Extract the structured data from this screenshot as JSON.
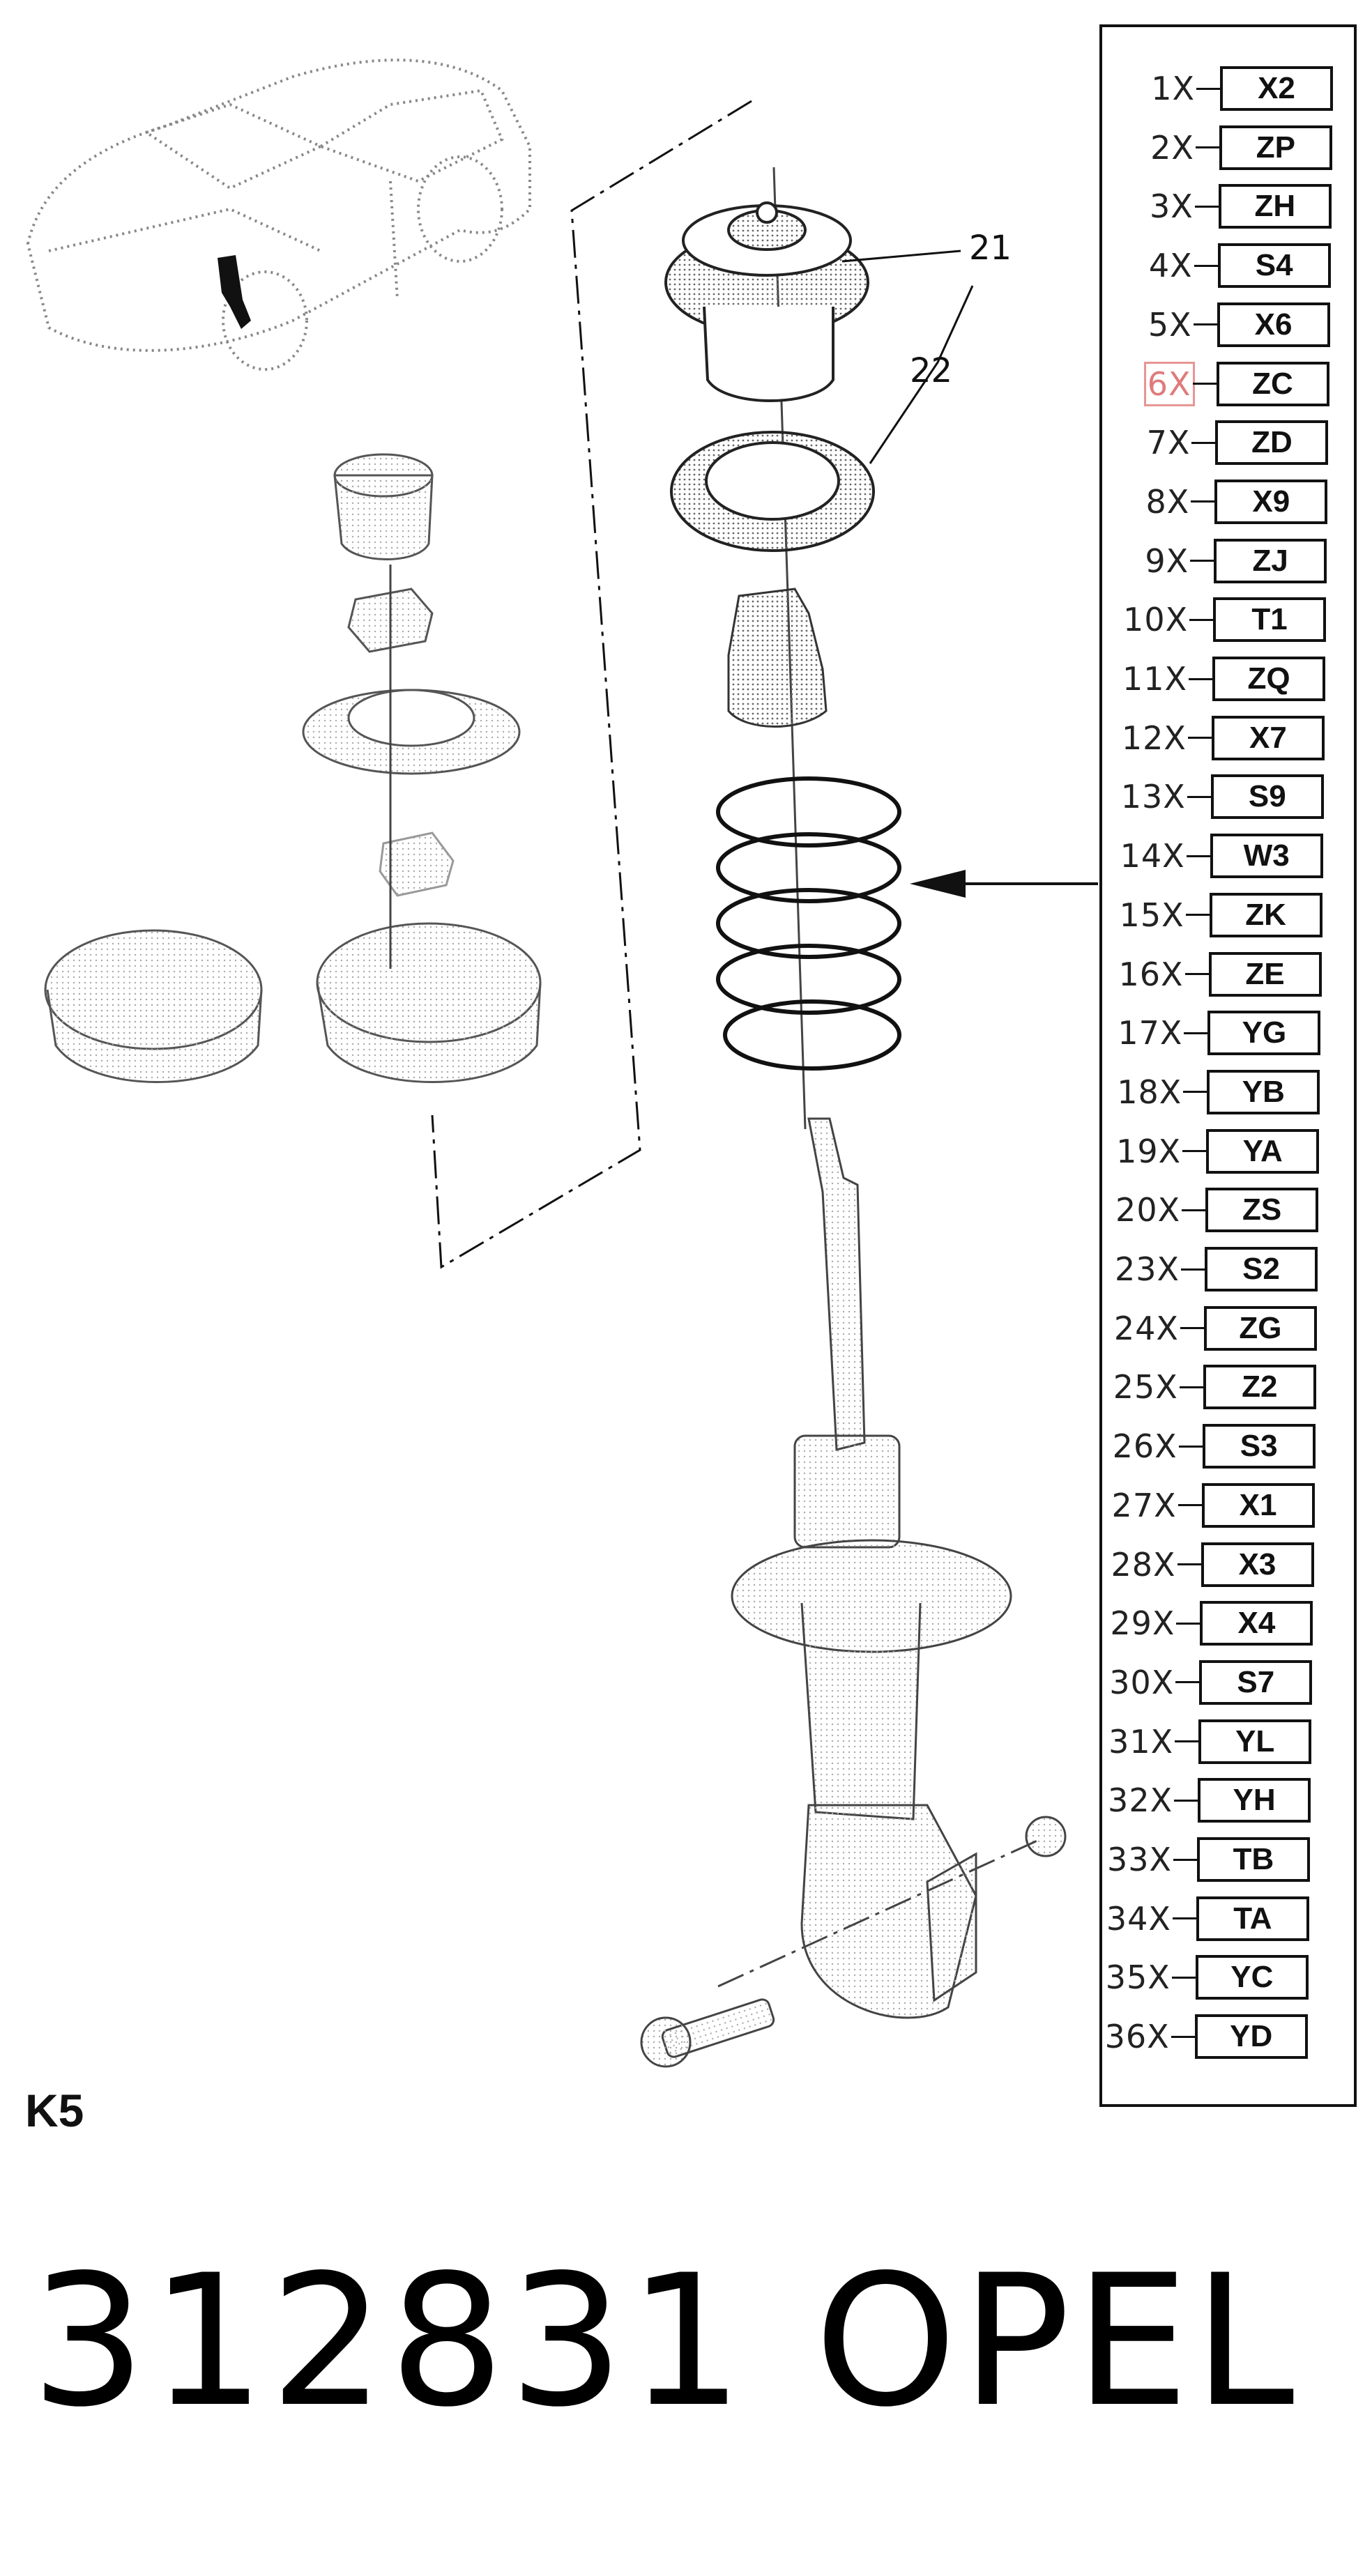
{
  "callouts": {
    "top_mount": "21",
    "bearing": "22"
  },
  "legend": {
    "items": [
      {
        "qty": "1X",
        "code": "X2"
      },
      {
        "qty": "2X",
        "code": "ZP"
      },
      {
        "qty": "3X",
        "code": "ZH"
      },
      {
        "qty": "4X",
        "code": "S4"
      },
      {
        "qty": "5X",
        "code": "X6"
      },
      {
        "qty": "6X",
        "code": "ZC",
        "highlighted": true
      },
      {
        "qty": "7X",
        "code": "ZD"
      },
      {
        "qty": "8X",
        "code": "X9"
      },
      {
        "qty": "9X",
        "code": "ZJ"
      },
      {
        "qty": "10X",
        "code": "T1"
      },
      {
        "qty": "11X",
        "code": "ZQ"
      },
      {
        "qty": "12X",
        "code": "X7"
      },
      {
        "qty": "13X",
        "code": "S9"
      },
      {
        "qty": "14X",
        "code": "W3"
      },
      {
        "qty": "15X",
        "code": "ZK"
      },
      {
        "qty": "16X",
        "code": "ZE"
      },
      {
        "qty": "17X",
        "code": "YG"
      },
      {
        "qty": "18X",
        "code": "YB"
      },
      {
        "qty": "19X",
        "code": "YA"
      },
      {
        "qty": "20X",
        "code": "ZS"
      },
      {
        "qty": "23X",
        "code": "S2"
      },
      {
        "qty": "24X",
        "code": "ZG"
      },
      {
        "qty": "25X",
        "code": "Z2"
      },
      {
        "qty": "26X",
        "code": "S3"
      },
      {
        "qty": "27X",
        "code": "X1"
      },
      {
        "qty": "28X",
        "code": "X3"
      },
      {
        "qty": "29X",
        "code": "X4"
      },
      {
        "qty": "30X",
        "code": "S7"
      },
      {
        "qty": "31X",
        "code": "YL"
      },
      {
        "qty": "32X",
        "code": "YH"
      },
      {
        "qty": "33X",
        "code": "TB"
      },
      {
        "qty": "34X",
        "code": "TA"
      },
      {
        "qty": "35X",
        "code": "YC"
      },
      {
        "qty": "36X",
        "code": "YD"
      }
    ]
  },
  "diagram_code": "K5",
  "part_number": "312831",
  "brand": "OPEL",
  "colors": {
    "line": "#111111",
    "highlight": "#e07b7b"
  }
}
